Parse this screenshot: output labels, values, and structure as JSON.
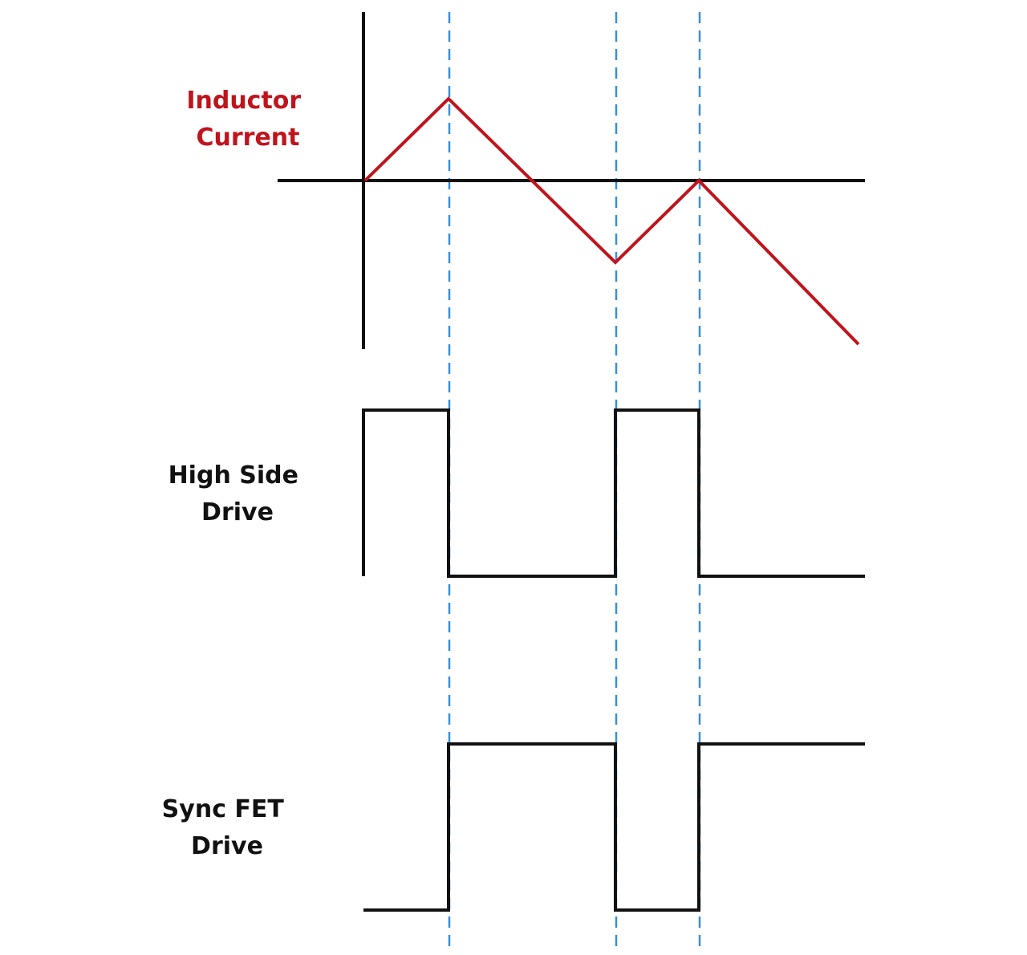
{
  "labels": {
    "inductor_current": [
      "Inductor",
      "Current"
    ],
    "high_side_drive": [
      "High Side",
      "Drive"
    ],
    "sync_fet_drive": [
      "Sync FET",
      "Drive"
    ]
  },
  "colors": {
    "inductor_current": "#c0141c",
    "axis": "#111111",
    "drive": "#111111",
    "dashed_guides": "#3a8fd6"
  },
  "timing": {
    "transitions": [
      0,
      1,
      3,
      4
    ],
    "end": 6
  },
  "inductor_current": {
    "points": [
      [
        0,
        0
      ],
      [
        1,
        1
      ],
      [
        3,
        -1
      ],
      [
        4,
        0
      ],
      [
        6,
        -2
      ]
    ]
  },
  "high_side_drive": {
    "levels": [
      [
        0,
        1
      ],
      [
        1,
        0
      ],
      [
        3,
        1
      ],
      [
        4,
        0
      ],
      [
        6,
        0
      ]
    ]
  },
  "sync_fet_drive": {
    "levels": [
      [
        0,
        0
      ],
      [
        1,
        1
      ],
      [
        3,
        0
      ],
      [
        4,
        1
      ],
      [
        6,
        1
      ]
    ]
  }
}
